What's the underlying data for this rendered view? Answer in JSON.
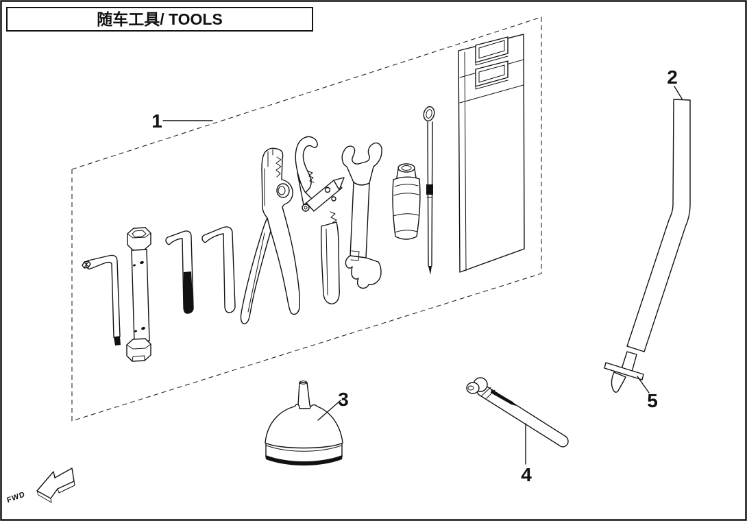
{
  "header": {
    "title": "随车工具/ TOOLS"
  },
  "part_labels": {
    "tool_kit": "1",
    "lever_rod": "2",
    "funnel": "3",
    "tire_gauge": "4",
    "rod_tip": "5"
  },
  "direction_marker": {
    "label": "FWD"
  },
  "colors": {
    "line": "#111111",
    "background": "#ffffff"
  }
}
